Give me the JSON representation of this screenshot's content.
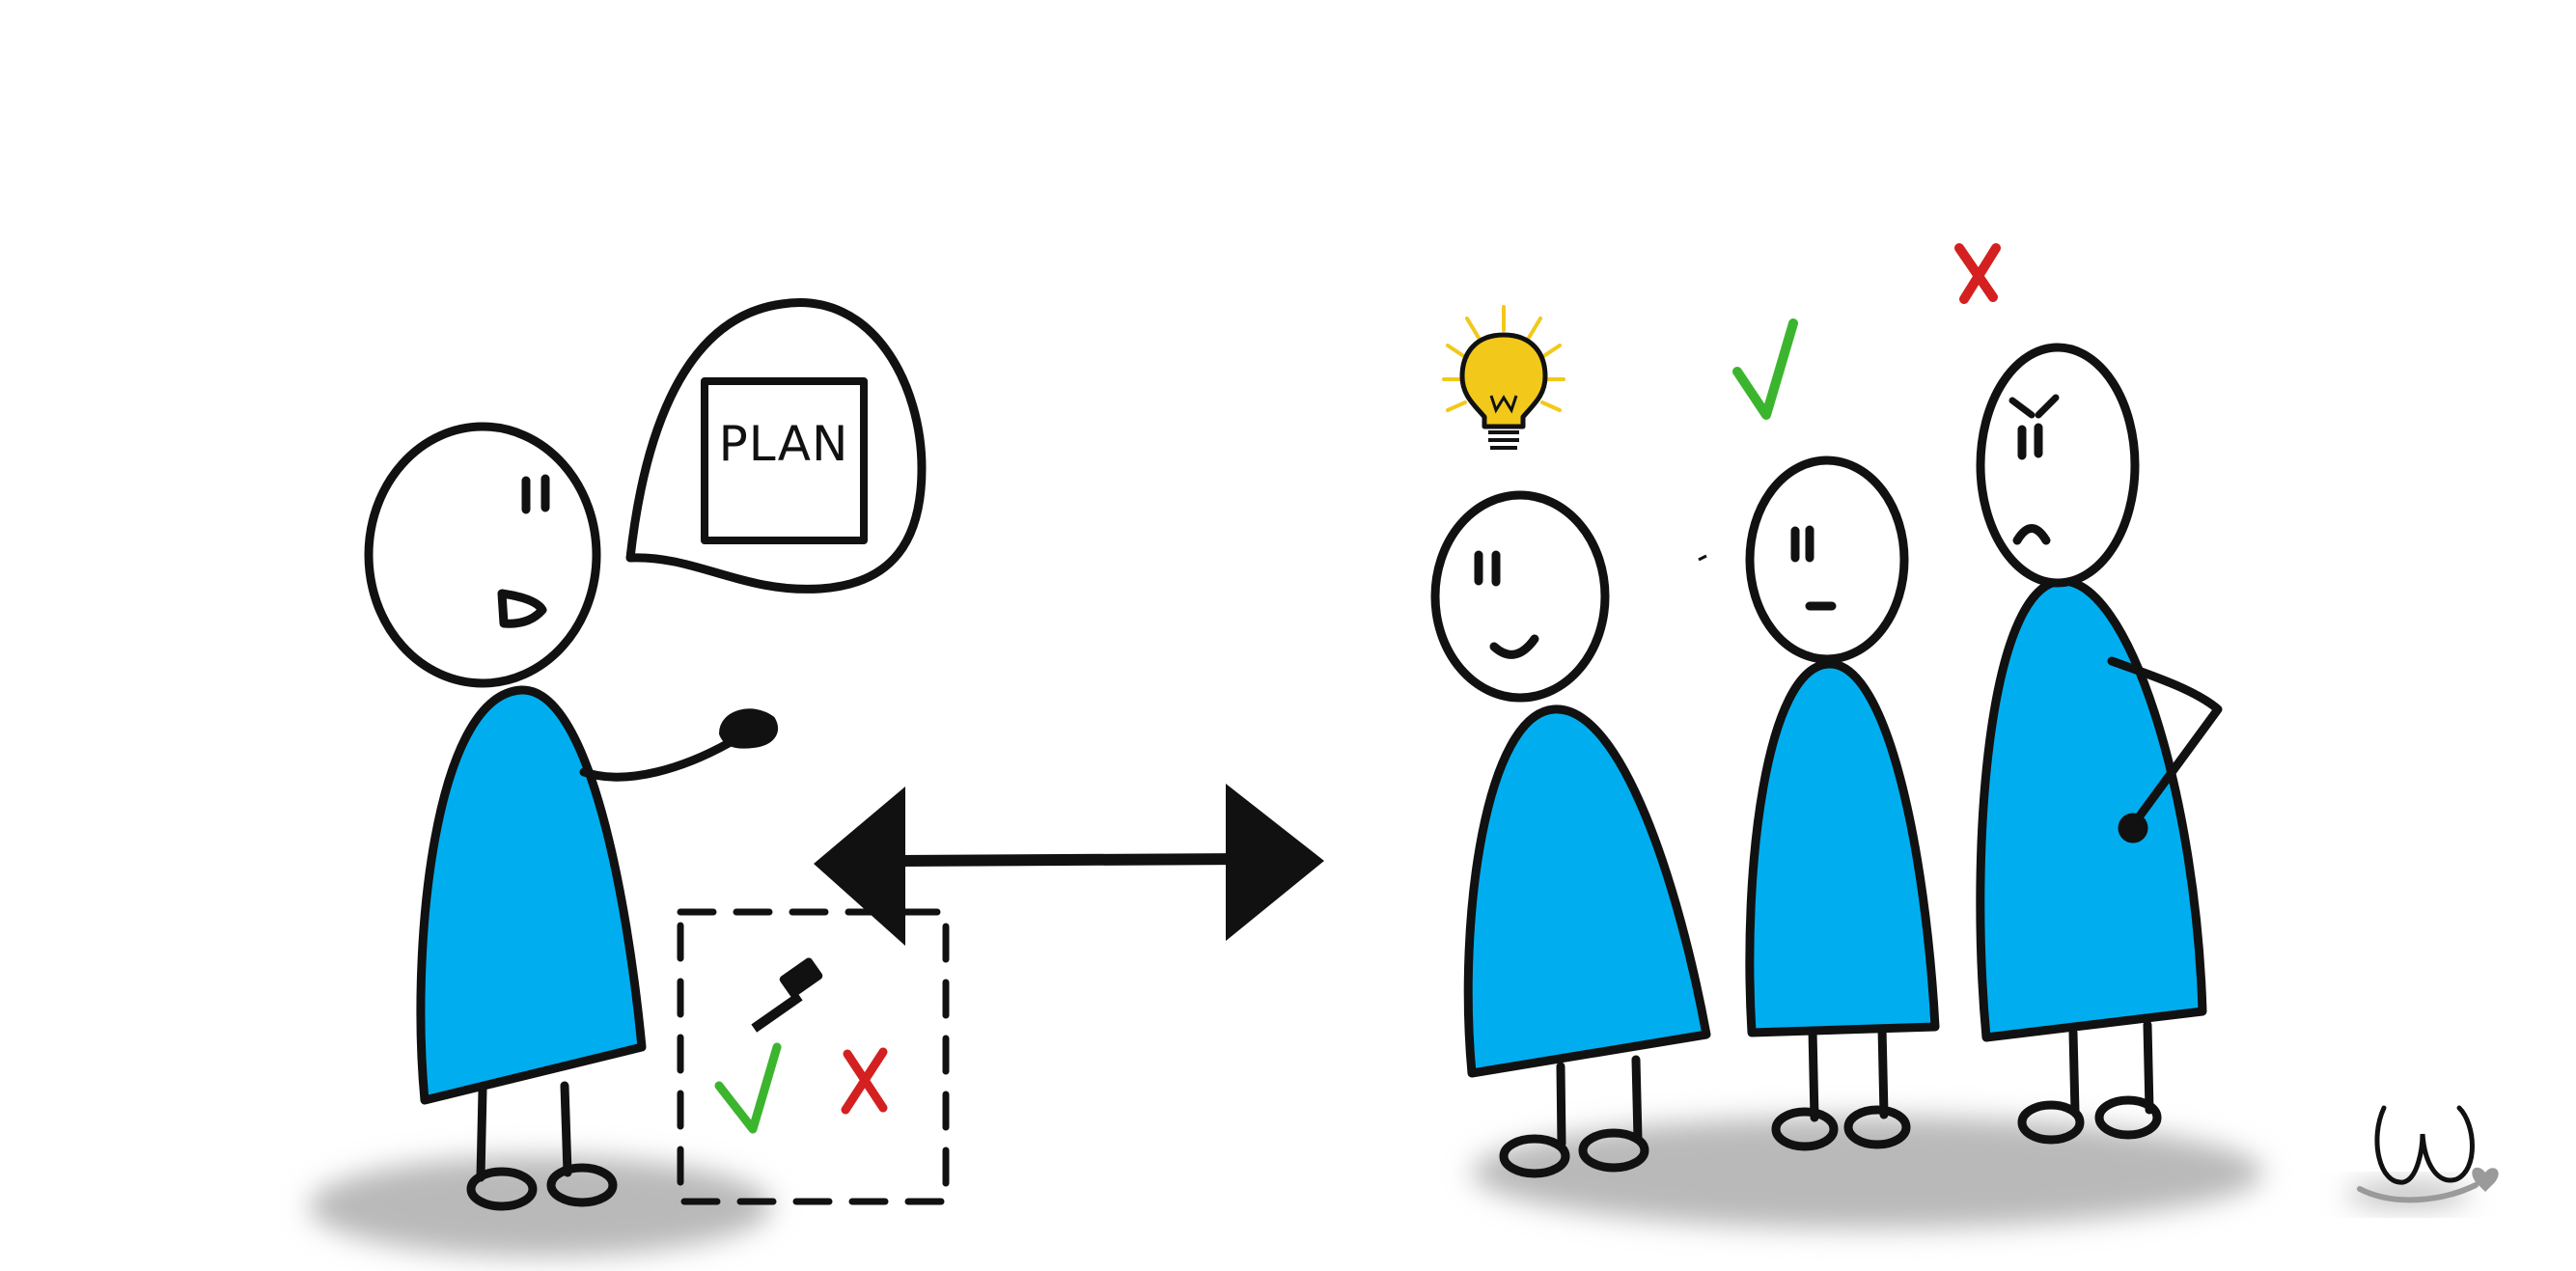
{
  "speech_bubble": {
    "text": "PLAN"
  },
  "colors": {
    "body": "#00AEEF",
    "outline": "#111111",
    "shadow": "#b9b9b9",
    "check": "#3cb52e",
    "cross": "#d42020",
    "bulb": "#f2c81a",
    "bulb_rays": "#f2c81a"
  },
  "icons": [
    "speech-bubble",
    "lightbulb-icon",
    "check-icon",
    "cross-icon",
    "gavel-icon",
    "double-arrow",
    "signature-logo"
  ]
}
